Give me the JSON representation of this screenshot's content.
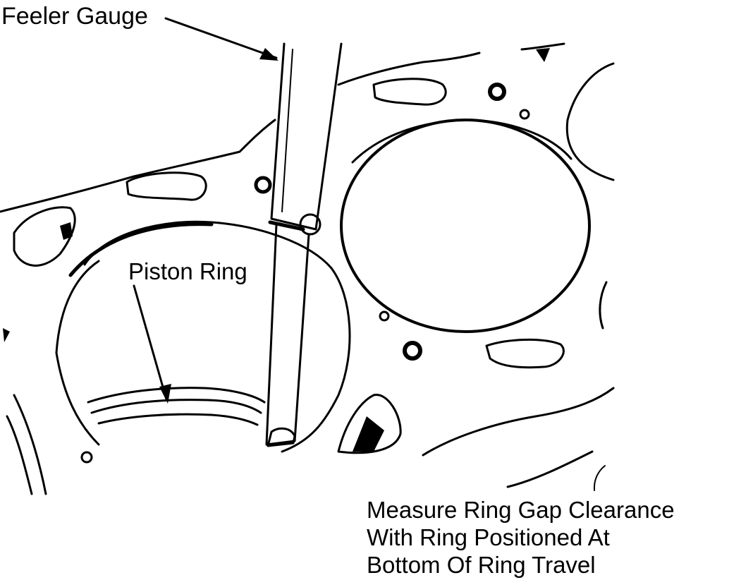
{
  "labels": {
    "feeler_gauge": "Feeler Gauge",
    "piston_ring": "Piston Ring",
    "caption_lines": [
      "Measure Ring Gap Clearance",
      "With Ring Positioned At",
      "Bottom Of Ring Travel"
    ]
  },
  "colors": {
    "ink": "#000000",
    "paper": "#ffffff"
  }
}
